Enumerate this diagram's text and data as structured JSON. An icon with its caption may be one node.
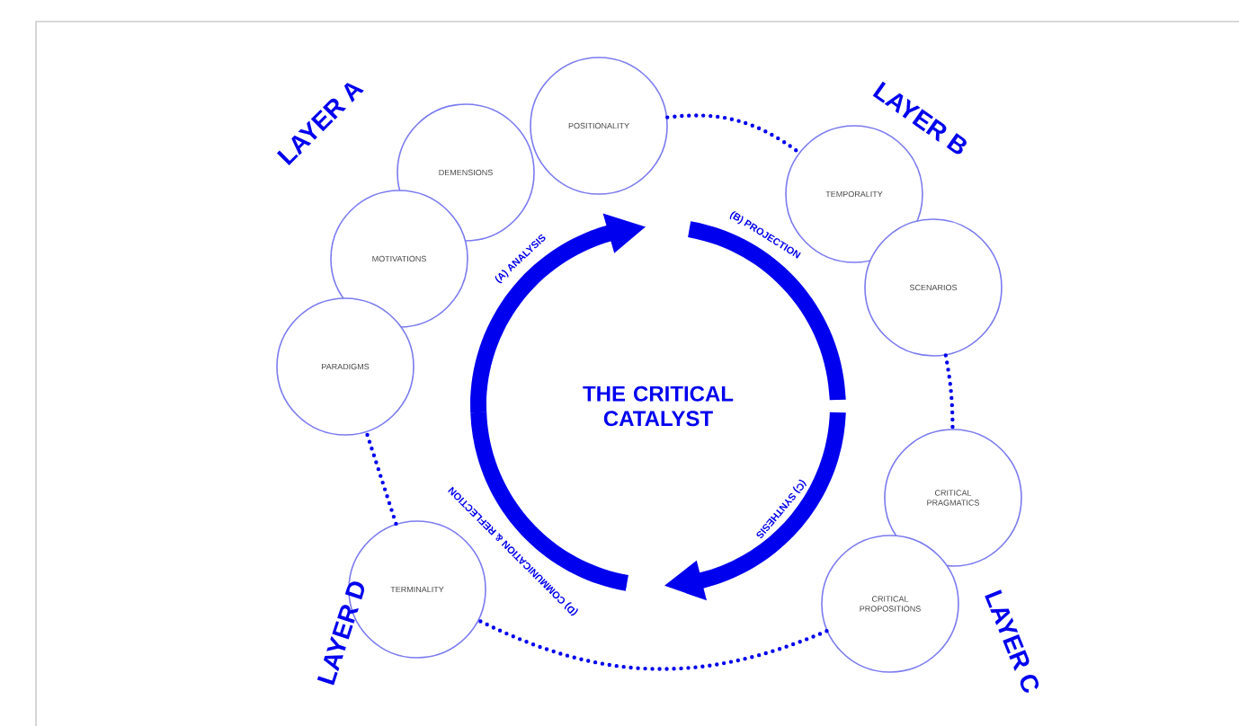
{
  "diagram": {
    "nodes": [
      {
        "text": [
          "POSITIONALITY"
        ]
      },
      {
        "text": [
          "DEMENSIONS"
        ]
      },
      {
        "text": [
          "MOTIVATIONS"
        ]
      },
      {
        "text": [
          "PARADIGMS"
        ]
      },
      {
        "text": [
          "TEMPORALITY"
        ]
      },
      {
        "text": [
          "SCENARIOS"
        ]
      },
      {
        "text": [
          "CRITICAL PRAGMATICS"
        ]
      },
      {
        "text": [
          "CRITICAL PROPOSITIONS"
        ]
      },
      {
        "text": [
          "TERMINALITY"
        ]
      }
    ],
    "edges": [
      {
        "from": 0,
        "to": 4,
        "arrow": "none",
        "style": "dashed"
      },
      {
        "from": 5,
        "to": 6,
        "arrow": "none",
        "style": "dashed"
      },
      {
        "from": 7,
        "to": 8,
        "arrow": "none",
        "style": "dashed"
      },
      {
        "from": 8,
        "to": 3,
        "arrow": "none",
        "style": "dashed"
      }
    ],
    "labels": [
      "LAYER A",
      "LAYER B",
      "(A) ANALYSIS",
      "(B) PROJECTION",
      "THE CRITICAL CATALYST",
      "(D) COMMUNICATION & REFLECTION",
      "(C) SYNTHESIS",
      "LAYER D",
      "LAYER C"
    ]
  }
}
